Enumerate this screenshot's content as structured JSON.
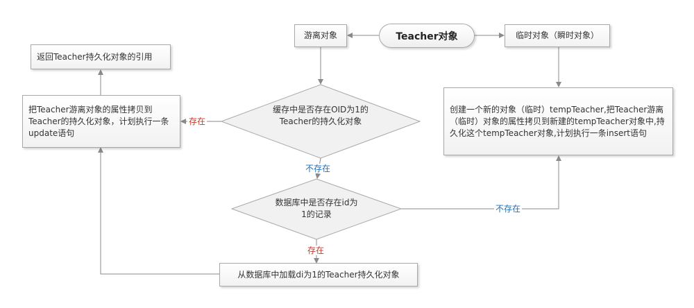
{
  "nodes": {
    "start": "Teacher对象",
    "detached": "游离对象",
    "transient": "临时对象（瞬时对象）",
    "return_ref": "返回Teacher持久化对象的引用",
    "copy_detached": "把Teacher游离对象的属性拷贝到Teacher的持久化对象，计划执行一条update语句",
    "cache_check": "缓存中是否存在OID为1的Teacher的持久化对象",
    "db_check": "数据库中是否存在id为1的记录",
    "load_from_db": "从数据库中加载di为1的Teacher持久化对象",
    "create_new": "创建一个新的对象（临时）tempTeacher,把Teacher游离（临时）对象的属性拷贝到新建的tempTeacher对象中,持久化这个tempTeacher对象,计划执行一条insert语句"
  },
  "edge_labels": {
    "cache_exists": "存在",
    "cache_not_exists": "不存在",
    "db_exists": "存在",
    "db_not_exists": "不存在"
  },
  "colors": {
    "exists": "#c0392b",
    "not_exists": "#1f6fb5",
    "line": "#8a8a8a"
  }
}
